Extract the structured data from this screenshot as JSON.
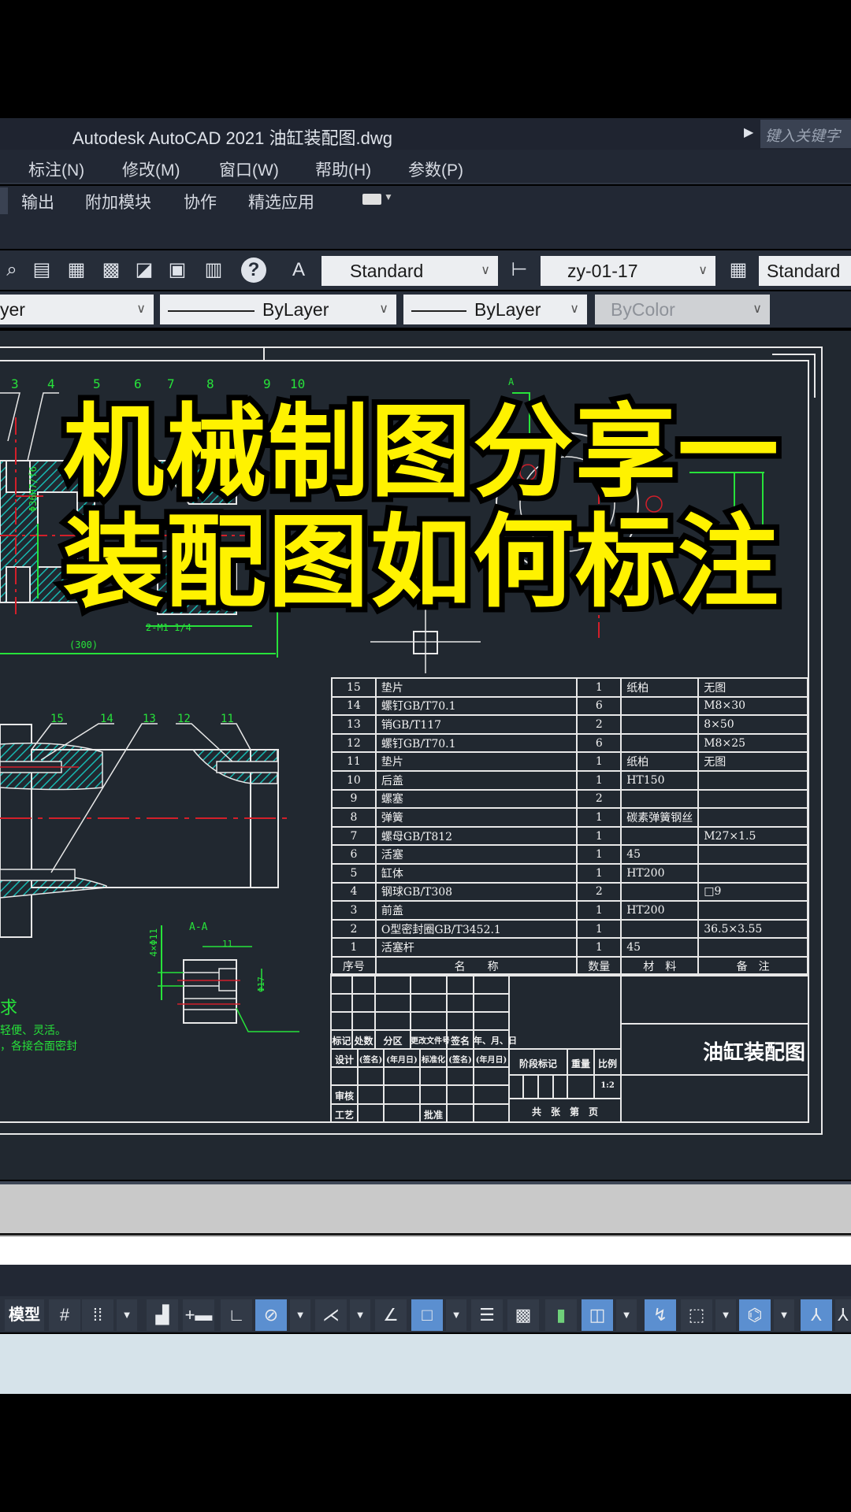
{
  "window": {
    "title": "Autodesk AutoCAD 2021    油缸装配图.dwg",
    "search_placeholder": "键入关键字"
  },
  "menu": [
    "标注(N)",
    "修改(M)",
    "窗口(W)",
    "帮助(H)",
    "参数(P)"
  ],
  "ribbon_tabs": [
    "输出",
    "附加模块",
    "协作",
    "精选应用"
  ],
  "toolbar": {
    "text_style": "Standard",
    "dim_style": "zy-01-17",
    "table_style": "Standard",
    "layer": "ByLayer",
    "layer_visible": "yer",
    "linetype": "ByLayer",
    "lineweight": "ByLayer",
    "plot_style": "ByColor"
  },
  "overlay": {
    "line1": "机械制图分享一",
    "line2": "装配图如何标注",
    "color": "#fff200"
  },
  "drawing": {
    "balloons_top": [
      "3",
      "4",
      "5",
      "6",
      "7",
      "8",
      "9",
      "10"
    ],
    "balloons_bottom": [
      "15",
      "14",
      "13",
      "12",
      "11"
    ],
    "dim_300": "(300)",
    "section_label": "A-A",
    "section_marker": "A",
    "dim_holes": "4×Φ11",
    "dim_11": "11",
    "dim_phi17": "Φ17",
    "dim_phi36": "Φ36H7/f6",
    "thread_note": "2-M1 1/4",
    "tech_req_title": "求",
    "tech_req_1": "轻便、灵活。",
    "tech_req_2": "，各接合面密封",
    "colors": {
      "bg": "#212830",
      "line": "#e8e8e8",
      "dim": "#27e23a",
      "center": "#d21f2a",
      "hatch": "#17b7b0"
    }
  },
  "parts_table": {
    "headers": [
      "序号",
      "名　　称",
      "数量",
      "材　料",
      "备　注"
    ],
    "rows": [
      [
        "15",
        "垫片",
        "1",
        "纸柏",
        "无图"
      ],
      [
        "14",
        "螺钉GB/T70.1",
        "6",
        "",
        "M8×30"
      ],
      [
        "13",
        "销GB/T117",
        "2",
        "",
        "8×50"
      ],
      [
        "12",
        "螺钉GB/T70.1",
        "6",
        "",
        "M8×25"
      ],
      [
        "11",
        "垫片",
        "1",
        "纸柏",
        "无图"
      ],
      [
        "10",
        "后盖",
        "1",
        "HT150",
        ""
      ],
      [
        "9",
        "螺塞",
        "2",
        "",
        ""
      ],
      [
        "8",
        "弹簧",
        "1",
        "碳素弹簧钢丝",
        ""
      ],
      [
        "7",
        "螺母GB/T812",
        "1",
        "",
        "M27×1.5"
      ],
      [
        "6",
        "活塞",
        "1",
        "45",
        ""
      ],
      [
        "5",
        "缸体",
        "1",
        "HT200",
        ""
      ],
      [
        "4",
        "钢球GB/T308",
        "2",
        "",
        "□9"
      ],
      [
        "3",
        "前盖",
        "1",
        "HT200",
        ""
      ],
      [
        "2",
        "O型密封圈GB/T3452.1",
        "1",
        "",
        "36.5×3.55"
      ],
      [
        "1",
        "活塞杆",
        "1",
        "45",
        ""
      ]
    ]
  },
  "title_block": {
    "row_labels": [
      "标记",
      "处数",
      "分区",
      "更改文件号",
      "签名",
      "年、月、日"
    ],
    "design_row": [
      "设计",
      "(签名)",
      "(年月日)",
      "标准化",
      "(签名)",
      "(年月日)"
    ],
    "review": "审核",
    "process": "工艺",
    "approve": "批准",
    "stage_mark": "阶段标记",
    "weight": "重量",
    "scale": "比例",
    "scale_value": "1:2",
    "sheets": "共　张　第　页",
    "drawing_name": "油缸装配图"
  },
  "statusbar": {
    "model_tab": "模型"
  }
}
